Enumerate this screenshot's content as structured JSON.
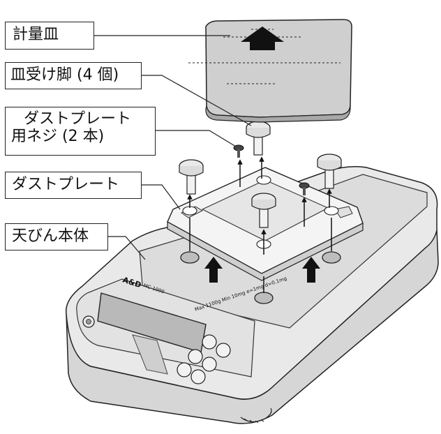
{
  "labels": {
    "weighing_pan": "計量皿",
    "pan_supports": "皿受け脚 (4 個)",
    "dust_plate_screws_line1": "ダストプレート",
    "dust_plate_screws_line2": "用ネジ (2 本)",
    "dust_plate": "ダストプレート",
    "balance_body": "天びん本体"
  },
  "device": {
    "brand": "A&D",
    "model": "MC-1000",
    "spec": "Max 1100g  Min 10mg  e=1mg  d=0.1mg"
  }
}
